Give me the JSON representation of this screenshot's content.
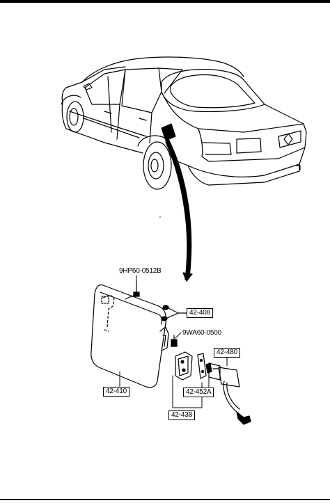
{
  "labels": {
    "bolt": "9HP60-0512B",
    "hinge_pins": "42-408",
    "screw": "9WA60-0500",
    "actuator": "42-480",
    "lid": "42-410",
    "bracket": "42-452A",
    "hinge_assy": "42-438"
  },
  "colors": {
    "line": "#000000",
    "background": "#ffffff"
  }
}
